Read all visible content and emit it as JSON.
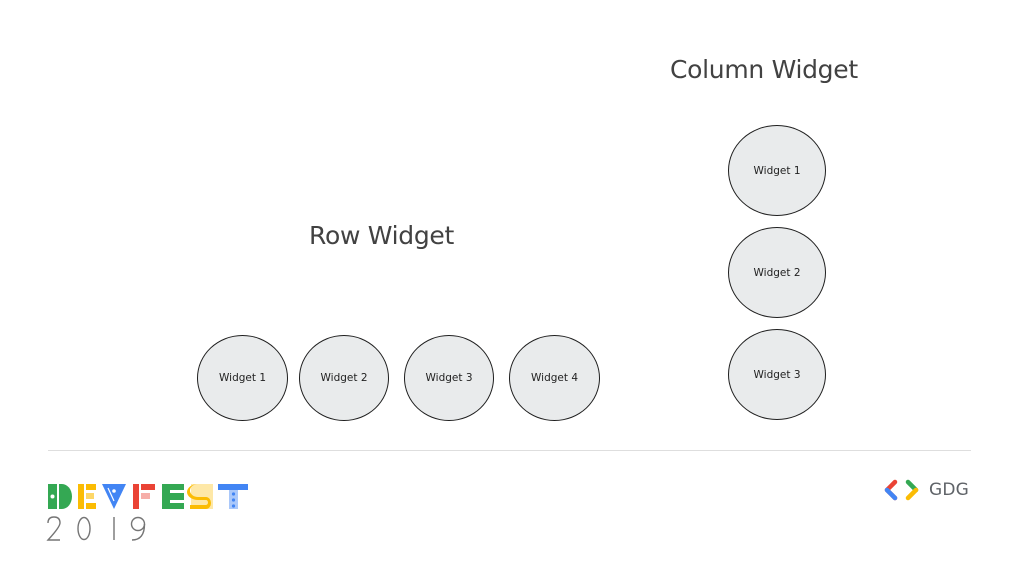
{
  "row_section": {
    "title": "Row Widget",
    "widgets": [
      {
        "label": "Widget 1"
      },
      {
        "label": "Widget 2"
      },
      {
        "label": "Widget 3"
      },
      {
        "label": "Widget 4"
      }
    ]
  },
  "column_section": {
    "title": "Column Widget",
    "widgets": [
      {
        "label": "Widget 1"
      },
      {
        "label": "Widget 2"
      },
      {
        "label": "Widget 3"
      }
    ]
  },
  "footer": {
    "devfest_logo": {
      "wordmark": "DEVFEST",
      "year": "2019"
    },
    "gdg_logo": {
      "text": "GDG"
    }
  },
  "colors": {
    "widget_fill": "#e9ebec",
    "widget_stroke": "#1f1f1f",
    "heading": "#424242",
    "google_green": "#34a853",
    "google_yellow": "#fbbc04",
    "google_red": "#ea4335",
    "google_blue": "#4285f4",
    "gdg_text": "#5f6368"
  }
}
